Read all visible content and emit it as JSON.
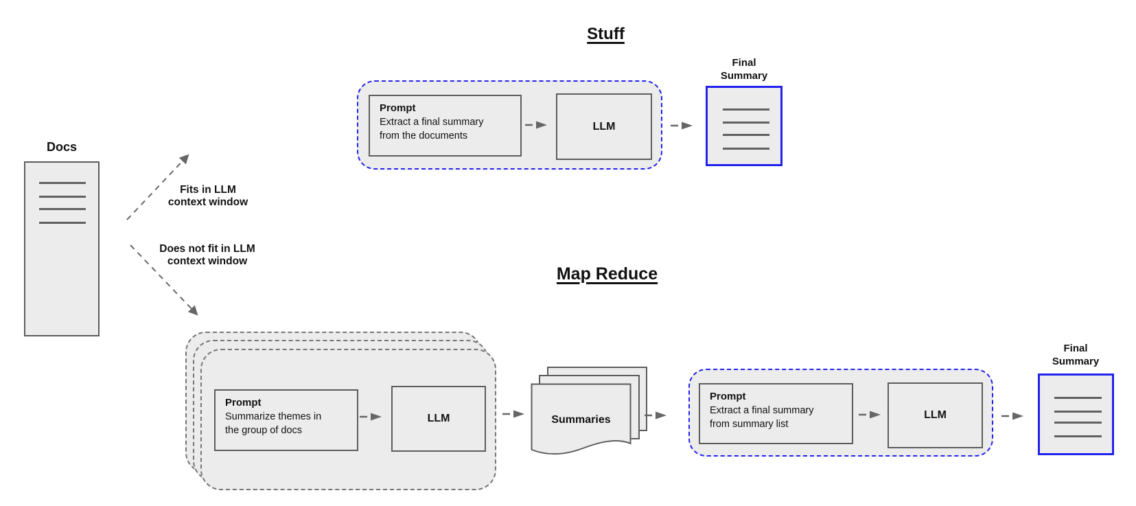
{
  "colors": {
    "background": "#ffffff",
    "shape_fill": "#ececec",
    "shape_border": "#5c5c5c",
    "doc_line": "#606060",
    "dashed_gray": "#757575",
    "arrow": "#666666",
    "blue": "#2222ee",
    "text": "#111111"
  },
  "docs": {
    "label": "Docs"
  },
  "branch_labels": {
    "fits": "Fits in LLM\ncontext window",
    "does_not_fit": "Does not fit in LLM\ncontext window"
  },
  "stuff_section": {
    "title": "Stuff",
    "prompt_box": {
      "title": "Prompt",
      "body": "Extract a final summary\nfrom the documents"
    },
    "llm_label": "LLM",
    "final_summary_label": "Final\nSummary"
  },
  "map_reduce_section": {
    "title": "Map Reduce",
    "map_prompt_box": {
      "title": "Prompt",
      "body": "Summarize themes in\nthe group of docs"
    },
    "map_llm_label": "LLM",
    "summaries_label": "Summaries",
    "reduce_prompt_box": {
      "title": "Prompt",
      "body": "Extract a final summary\nfrom summary list"
    },
    "reduce_llm_label": "LLM",
    "final_summary_label": "Final\nSummary"
  }
}
